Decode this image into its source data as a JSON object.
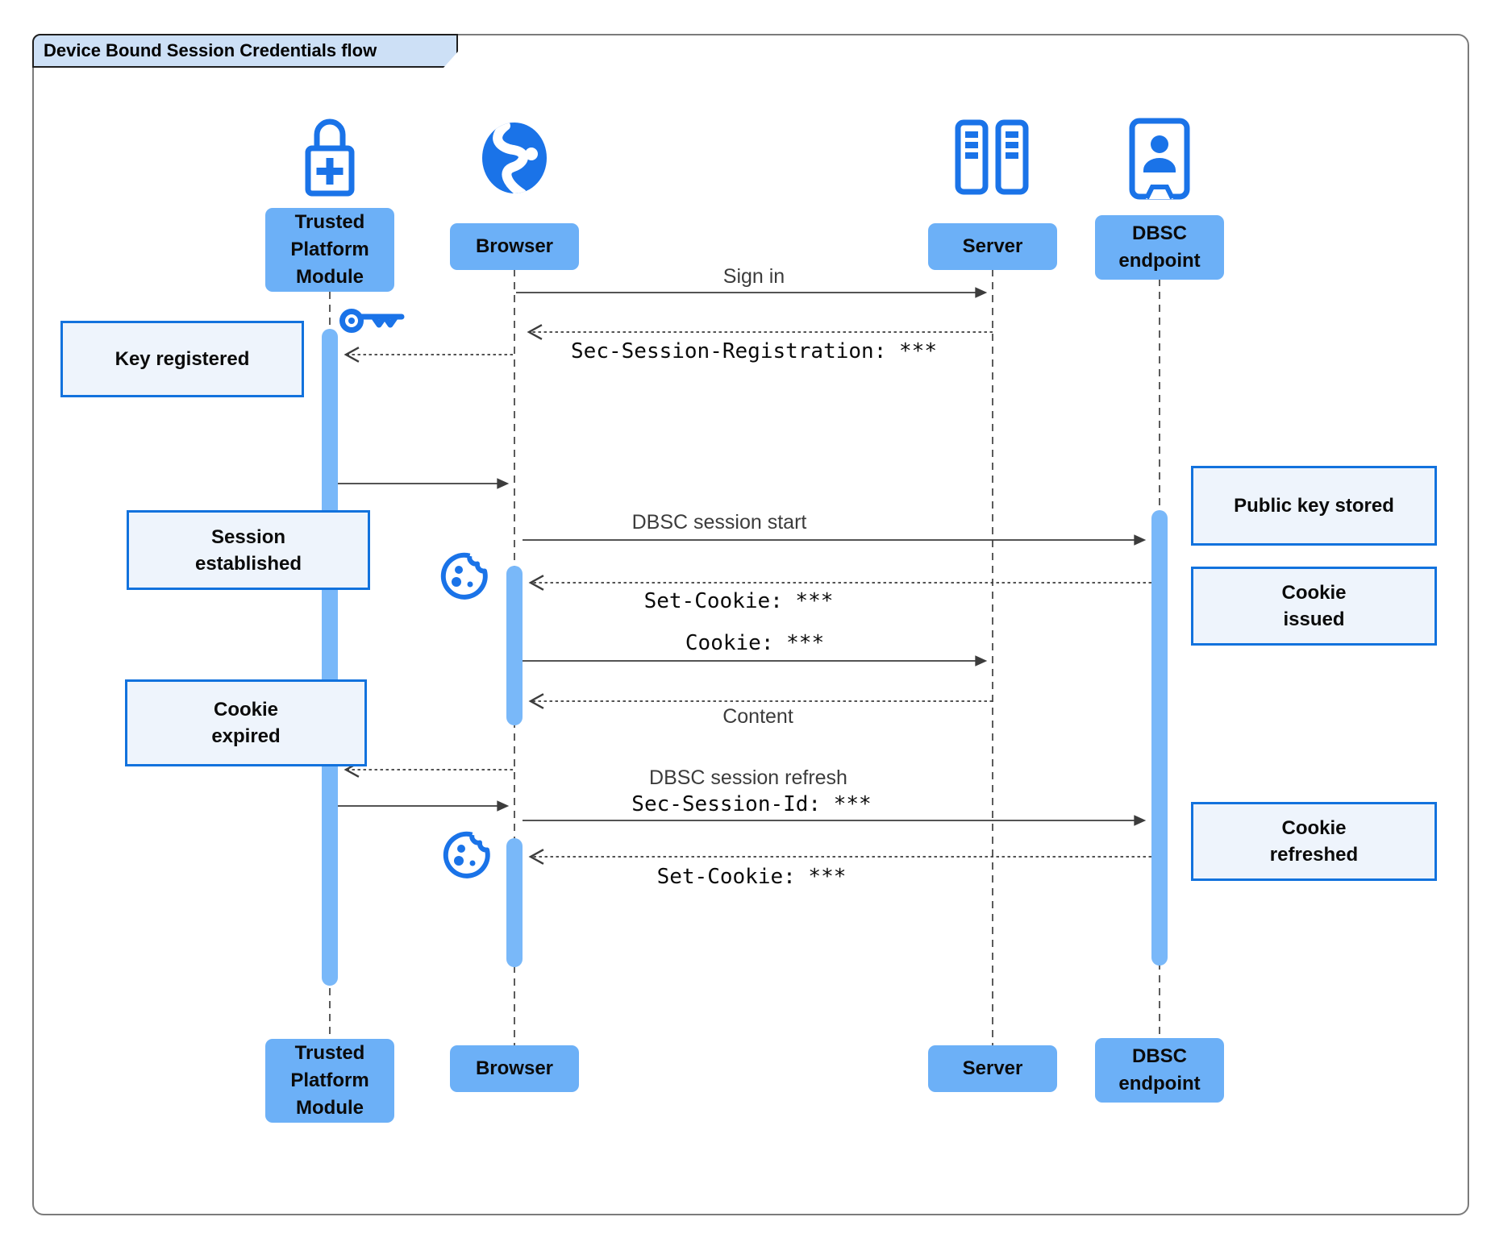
{
  "title": "Device Bound Session Credentials flow",
  "participants": [
    {
      "name": "Trusted Platform Module"
    },
    {
      "name": "Browser"
    },
    {
      "name": "Server"
    },
    {
      "name": "DBSC endpoint"
    }
  ],
  "messages": {
    "sign_in": "Sign in",
    "sec_session_registration": "Sec-Session-Registration: ***",
    "dbsc_session_start": "DBSC session start",
    "set_cookie_1": "Set-Cookie: ***",
    "cookie": "Cookie: ***",
    "content": "Content",
    "dbsc_session_refresh": "DBSC session refresh",
    "sec_session_id": "Sec-Session-Id: ***",
    "set_cookie_2": "Set-Cookie: ***"
  },
  "notes": {
    "key_registered": "Key registered",
    "session_established": "Session\nestablished",
    "cookie_expired": "Cookie\nexpired",
    "public_key_stored": "Public key stored",
    "cookie_issued": "Cookie\nissued",
    "cookie_refreshed": "Cookie\nrefreshed"
  },
  "icons": {
    "tpm": "lock-plus-icon",
    "browser": "globe-icon",
    "server": "server-rack-icon",
    "dbsc": "endpoint-user-icon",
    "key": "key-icon",
    "cookie": "cookie-icon"
  },
  "colors": {
    "accent_blue": "#1a73e8",
    "participant_fill": "#6cb0f7",
    "activation_fill": "#79b8f9",
    "note_fill": "#eef4fc",
    "note_border": "#1272dd",
    "title_fill": "#cde0f6",
    "line": "#3c3c3c"
  }
}
